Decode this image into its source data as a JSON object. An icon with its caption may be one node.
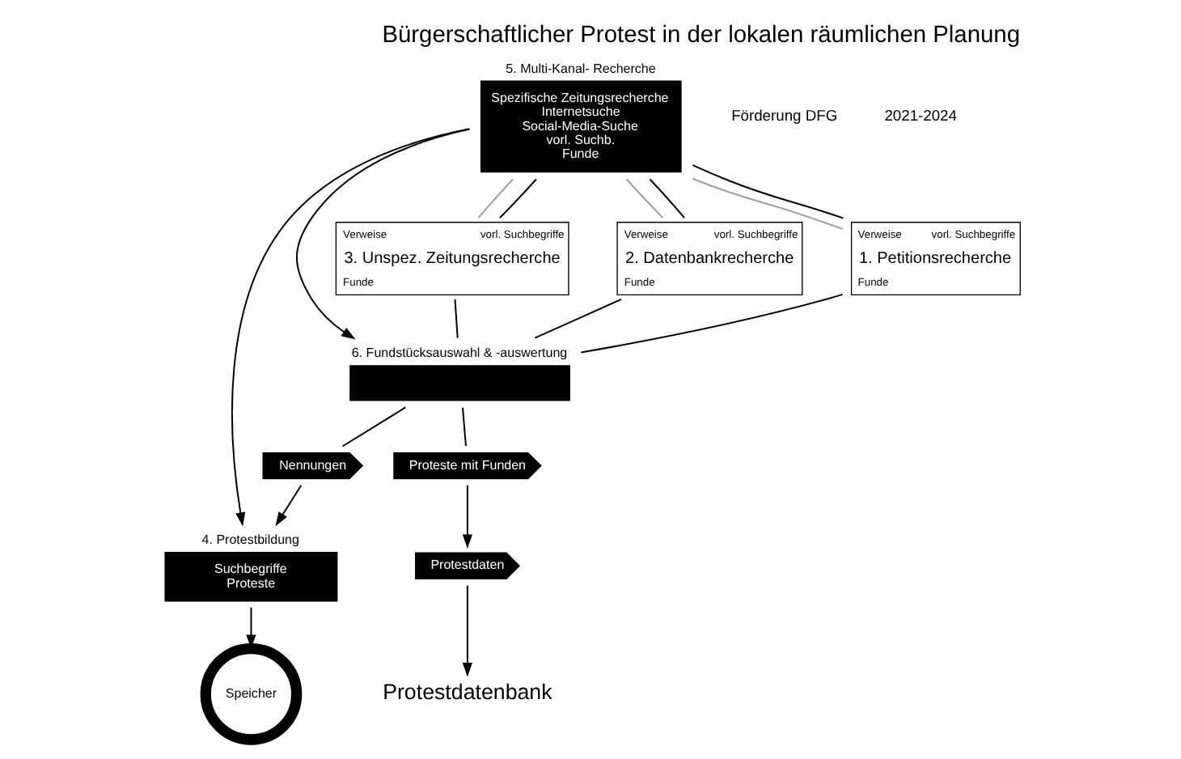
{
  "diagram": {
    "title": "Bürgerschaftlicher Protest in der lokalen räumlichen Planung",
    "nodes": [
      {
        "text": [
          "Spezifische Zeitungsrecherche",
          "Internetsuche",
          "Social-Media-Suche",
          "vorl. Suchb.",
          "Funde"
        ],
        "beside": [
          "5. Multi-Kanal- Recherche"
        ]
      },
      {
        "text": [
          "Suchbegriffe",
          "Proteste"
        ],
        "beside": [
          "4. Protestbildung"
        ]
      },
      {
        "text": [
          "Speicher"
        ]
      },
      {
        "text": [],
        "shape": "bar",
        "beside": [
          "6. Fundstücksauswahl & -auswertung"
        ]
      },
      {
        "text": [
          "Nennungen"
        ]
      },
      {
        "text": [
          "Proteste mit Funden"
        ]
      },
      {
        "text": [
          "Protestdaten"
        ]
      },
      {
        "text": [
          "Protestdatenbank"
        ]
      },
      {
        "text": [
          "Verweise",
          "vorl. Suchbegriffe",
          "3. Unspez. Zeitungsrecherche",
          "Funde"
        ]
      },
      {
        "text": [
          "Verweise",
          "vorl. Suchbegriffe",
          "2. Datenbankrecherche",
          "Funde"
        ]
      },
      {
        "text": [
          "Verweise",
          "vorl. Suchbegriffe",
          "1. Petitionsrecherche",
          "Funde"
        ]
      }
    ],
    "edges": [
      {
        "from": 0,
        "to": 3,
        "arrow": "to"
      },
      {
        "from": 0,
        "to": 1,
        "arrow": "to"
      },
      {
        "from": 1,
        "to": 2,
        "arrow": "to"
      },
      {
        "from": 3,
        "to": 4,
        "arrow": "none"
      },
      {
        "from": 4,
        "to": 1,
        "arrow": "to"
      },
      {
        "from": 3,
        "to": 5,
        "arrow": "none"
      },
      {
        "from": 5,
        "to": 6,
        "arrow": "to"
      },
      {
        "from": 6,
        "to": 7,
        "arrow": "to"
      },
      {
        "from": 0,
        "to": 8,
        "arrow": "none",
        "color": "#a0a0a0"
      },
      {
        "from": 0,
        "to": 9,
        "arrow": "none",
        "color": "#a0a0a0"
      },
      {
        "from": 0,
        "to": 10,
        "arrow": "none",
        "color": "#a0a0a0"
      },
      {
        "from": 8,
        "to": 0,
        "arrow": "none"
      },
      {
        "from": 9,
        "to": 0,
        "arrow": "none"
      },
      {
        "from": 10,
        "to": 0,
        "arrow": "none"
      },
      {
        "from": 8,
        "to": 3,
        "arrow": "none"
      },
      {
        "from": 9,
        "to": 3,
        "arrow": "none"
      },
      {
        "from": 10,
        "to": 3,
        "arrow": "none"
      }
    ],
    "labels": [
      "Förderung DFG",
      "2021-2024"
    ]
  }
}
